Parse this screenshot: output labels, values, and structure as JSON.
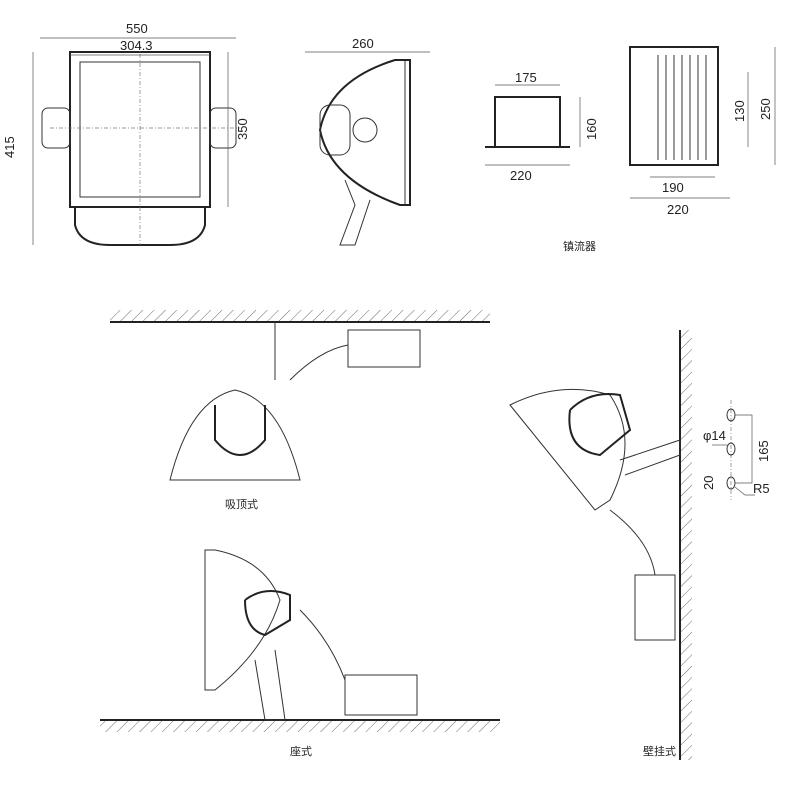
{
  "front_view": {
    "width": "550",
    "inner_width": "304.3",
    "height": "415",
    "inner_height": "350"
  },
  "side_view": {
    "depth": "260"
  },
  "ballast_front": {
    "top": "175",
    "height": "160",
    "bottom": "220"
  },
  "ballast_top": {
    "hole_spacing": "130",
    "height": "250",
    "inner": "190",
    "width": "220"
  },
  "ballast_label": "镇流器",
  "mount_labels": {
    "ceiling": "吸顶式",
    "floor": "座式",
    "wall": "壁挂式"
  },
  "wall_holes": {
    "diameter": "φ14",
    "spacing": "165",
    "slot": "20",
    "radius": "R5"
  }
}
